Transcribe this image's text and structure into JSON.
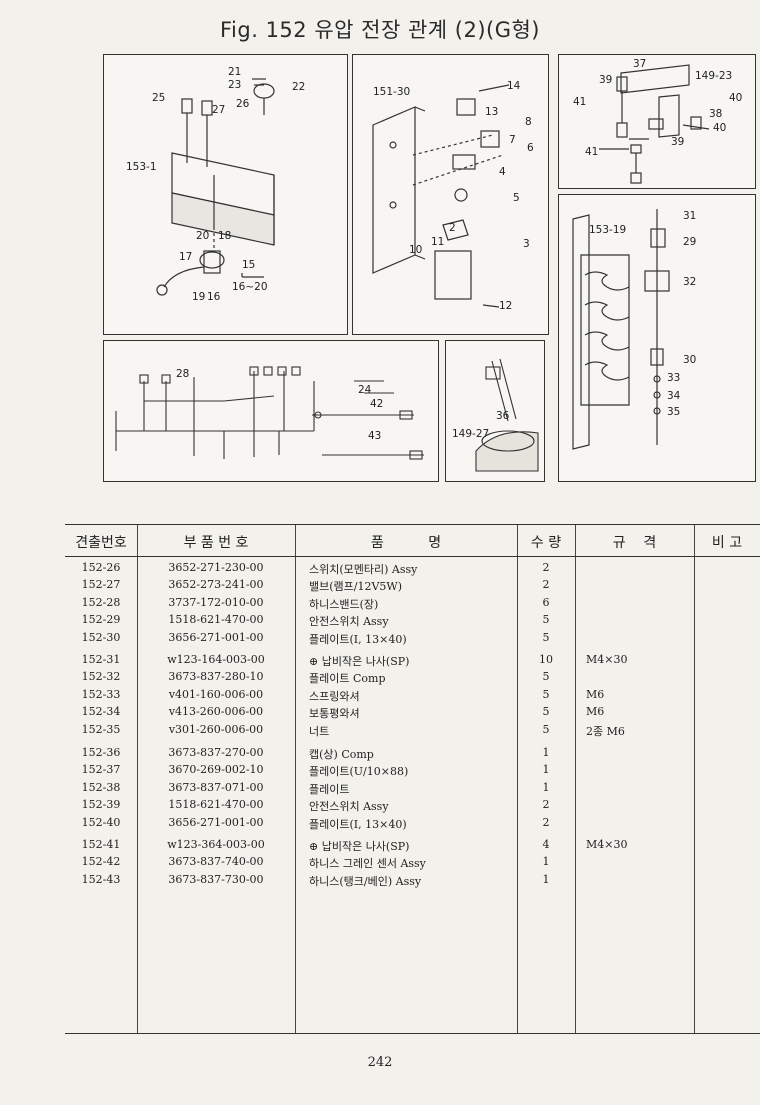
{
  "title": "Fig. 152  유압 전장 관계 (2)(G형)",
  "diagram_labels": {
    "p1": [
      "21",
      "23",
      "22",
      "25",
      "27",
      "26",
      "153-1",
      "20",
      "18",
      "17",
      "15",
      "19",
      "16",
      "16~20"
    ],
    "p2": [
      "151-30",
      "14",
      "13",
      "8",
      "7",
      "6",
      "4",
      "5",
      "2",
      "11",
      "10",
      "3",
      "12"
    ],
    "p3": [
      "37",
      "149-23",
      "39",
      "40",
      "41",
      "38",
      "40",
      "41",
      "39"
    ],
    "p4": [
      "153-19",
      "31",
      "29",
      "32",
      "30",
      "33",
      "34",
      "35"
    ],
    "p5": [
      "28",
      "42",
      "43",
      "24"
    ],
    "p6": [
      "36",
      "149-27"
    ]
  },
  "table": {
    "headers": [
      "견출번호",
      "부 품 번 호",
      "품          명",
      "수 량",
      "규    격",
      "비 고"
    ],
    "groups": [
      [
        {
          "no": "152-26",
          "part": "3652-271-230-00",
          "name": "스위치(모멘타리) Assy",
          "qty": "2",
          "spec": ""
        },
        {
          "no": "152-27",
          "part": "3652-273-241-00",
          "name": "밸브(램프/12V5W)",
          "qty": "2",
          "spec": ""
        },
        {
          "no": "152-28",
          "part": "3737-172-010-00",
          "name": "하니스밴드(장)",
          "qty": "6",
          "spec": ""
        },
        {
          "no": "152-29",
          "part": "1518-621-470-00",
          "name": "안전스위치 Assy",
          "qty": "5",
          "spec": ""
        },
        {
          "no": "152-30",
          "part": "3656-271-001-00",
          "name": "플레이트(I, 13×40)",
          "qty": "5",
          "spec": ""
        }
      ],
      [
        {
          "no": "152-31",
          "part": "w123-164-003-00",
          "name": "⊕ 납비작은 나사(SP)",
          "qty": "10",
          "spec": "M4×30"
        },
        {
          "no": "152-32",
          "part": "3673-837-280-10",
          "name": "플레이트 Comp",
          "qty": "5",
          "spec": ""
        },
        {
          "no": "152-33",
          "part": "v401-160-006-00",
          "name": "스프링와셔",
          "qty": "5",
          "spec": "M6"
        },
        {
          "no": "152-34",
          "part": "v413-260-006-00",
          "name": "보통평와셔",
          "qty": "5",
          "spec": "M6"
        },
        {
          "no": "152-35",
          "part": "v301-260-006-00",
          "name": "너트",
          "qty": "5",
          "spec": "2종 M6"
        }
      ],
      [
        {
          "no": "152-36",
          "part": "3673-837-270-00",
          "name": "캡(상) Comp",
          "qty": "1",
          "spec": ""
        },
        {
          "no": "152-37",
          "part": "3670-269-002-10",
          "name": "플레이트(U/10×88)",
          "qty": "1",
          "spec": ""
        },
        {
          "no": "152-38",
          "part": "3673-837-071-00",
          "name": "플레이트",
          "qty": "1",
          "spec": ""
        },
        {
          "no": "152-39",
          "part": "1518-621-470-00",
          "name": "안전스위치 Assy",
          "qty": "2",
          "spec": ""
        },
        {
          "no": "152-40",
          "part": "3656-271-001-00",
          "name": "플레이트(I, 13×40)",
          "qty": "2",
          "spec": ""
        }
      ],
      [
        {
          "no": "152-41",
          "part": "w123-364-003-00",
          "name": "⊕ 납비작은 나사(SP)",
          "qty": "4",
          "spec": "M4×30"
        },
        {
          "no": "152-42",
          "part": "3673-837-740-00",
          "name": "하니스 그레인 센서 Assy",
          "qty": "1",
          "spec": ""
        },
        {
          "no": "152-43",
          "part": "3673-837-730-00",
          "name": "하니스(탱크/베인) Assy",
          "qty": "1",
          "spec": ""
        }
      ]
    ]
  },
  "page_number": "242"
}
